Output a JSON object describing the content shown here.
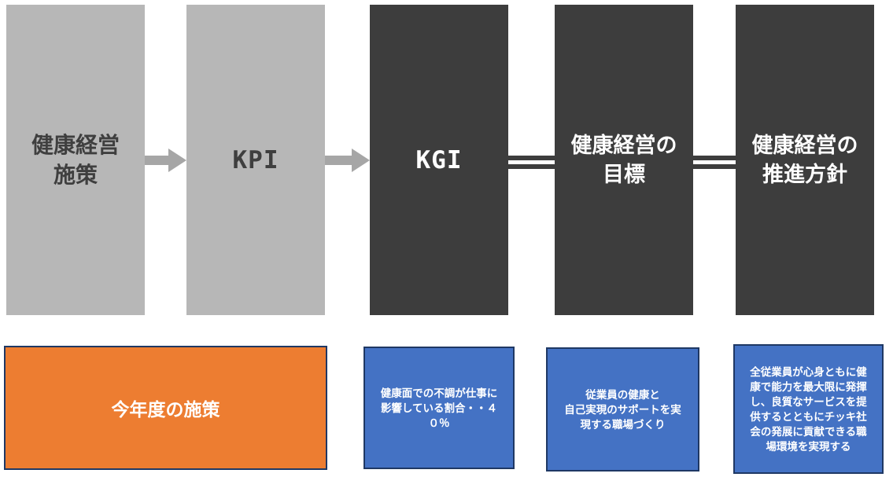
{
  "diagram": {
    "description": "health-management strategy flow diagram",
    "colors": {
      "gray_box": "#b7b7b7",
      "dark_box": "#3d3d3d",
      "arrow_gray": "#a6a6a6",
      "orange_fill": "#ed7d31",
      "blue_fill": "#4472c4",
      "bottom_box_border": "#1f3864",
      "dark_text": "#3f3f3f",
      "light_text": "#ffffff"
    },
    "top_row": [
      {
        "id": "measures",
        "label": "健康経営\n施策",
        "style": "gray"
      },
      {
        "id": "kpi",
        "label": "KPI",
        "style": "gray"
      },
      {
        "id": "kgi",
        "label": "KGI",
        "style": "dark"
      },
      {
        "id": "goal",
        "label": "健康経営の\n目標",
        "style": "dark"
      },
      {
        "id": "policy",
        "label": "健康経営の\n推進方針",
        "style": "dark"
      }
    ],
    "connectors": [
      {
        "from": "measures",
        "to": "kpi",
        "type": "arrow"
      },
      {
        "from": "kpi",
        "to": "kgi",
        "type": "arrow"
      },
      {
        "from": "kgi",
        "to": "goal",
        "type": "equals"
      },
      {
        "from": "goal",
        "to": "policy",
        "type": "equals"
      }
    ],
    "bottom_row": [
      {
        "id": "this-year",
        "label": "今年度の施策",
        "style": "orange"
      },
      {
        "id": "kgi-detail",
        "label": "健康面での不調が仕事に\n影響している割合・・４\n０％",
        "style": "blue"
      },
      {
        "id": "goal-detail",
        "label": "従業員の健康と\n自己実現のサポートを実\n現する職場づくり",
        "style": "blue"
      },
      {
        "id": "policy-detail",
        "label": "全従業員が心身ともに健\n康で能力を最大限に発揮\nし、良質なサービスを提\n供するとともにチッキ社\n会の発展に貢献できる職\n場環境を実現する",
        "style": "blue"
      }
    ]
  }
}
